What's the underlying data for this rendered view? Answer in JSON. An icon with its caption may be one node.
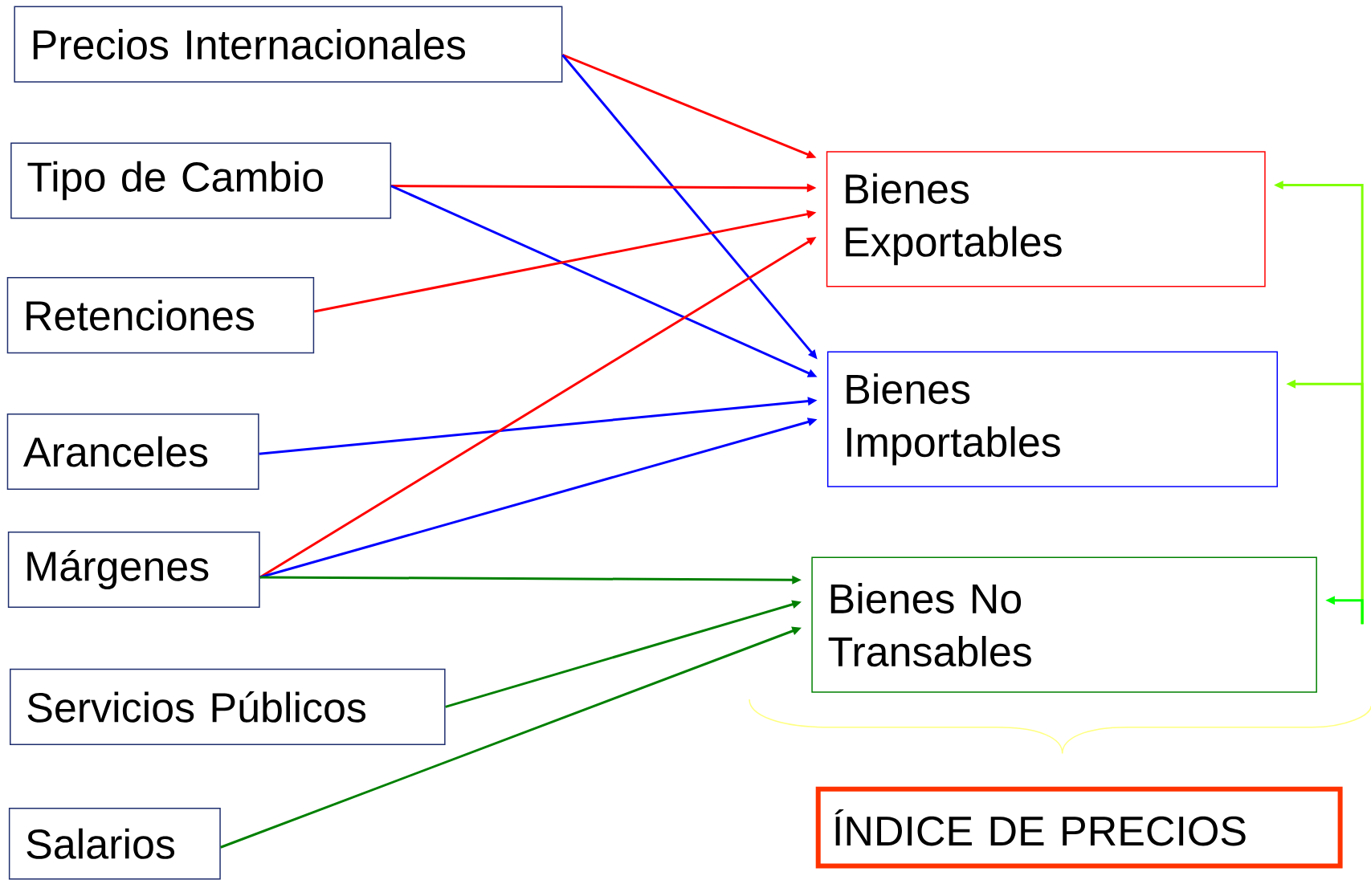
{
  "diagram": {
    "nodes": [
      {
        "text": [
          "Precios Internacionales"
        ]
      },
      {
        "text": [
          "Tipo de Cambio"
        ]
      },
      {
        "text": [
          "Retenciones"
        ]
      },
      {
        "text": [
          "Aranceles"
        ]
      },
      {
        "text": [
          "Márgenes"
        ]
      },
      {
        "text": [
          "Servicios Públicos"
        ]
      },
      {
        "text": [
          "Salarios"
        ]
      },
      {
        "text": [
          "Bienes Exportables"
        ]
      },
      {
        "text": [
          "Bienes Importables"
        ]
      },
      {
        "text": [
          "Bienes No Transables"
        ]
      },
      {
        "text": [
          "ÍNDICE DE PRECIOS"
        ]
      }
    ],
    "edges": [
      {
        "from": 0,
        "to": 7,
        "arrow": "to",
        "color": "#ff0000"
      },
      {
        "from": 0,
        "to": 8,
        "arrow": "to",
        "color": "#0000ff"
      },
      {
        "from": 1,
        "to": 7,
        "arrow": "to",
        "color": "#ff0000"
      },
      {
        "from": 1,
        "to": 8,
        "arrow": "to",
        "color": "#0000ff"
      },
      {
        "from": 2,
        "to": 7,
        "arrow": "to",
        "color": "#ff0000"
      },
      {
        "from": 3,
        "to": 8,
        "arrow": "to",
        "color": "#0000ff"
      },
      {
        "from": 4,
        "to": 7,
        "arrow": "to",
        "color": "#ff0000"
      },
      {
        "from": 4,
        "to": 8,
        "arrow": "to",
        "color": "#0000ff"
      },
      {
        "from": 4,
        "to": 9,
        "arrow": "to",
        "color": "#008000"
      },
      {
        "from": 5,
        "to": 9,
        "arrow": "to",
        "color": "#008000"
      },
      {
        "from": 6,
        "to": 9,
        "arrow": "to",
        "color": "#008000"
      },
      {
        "from": null,
        "to": 7,
        "arrow": "to",
        "color": "#80ff00"
      },
      {
        "from": null,
        "to": 8,
        "arrow": "to",
        "color": "#80ff00"
      },
      {
        "from": null,
        "to": 9,
        "arrow": "to",
        "color": "#00ff00"
      }
    ]
  }
}
